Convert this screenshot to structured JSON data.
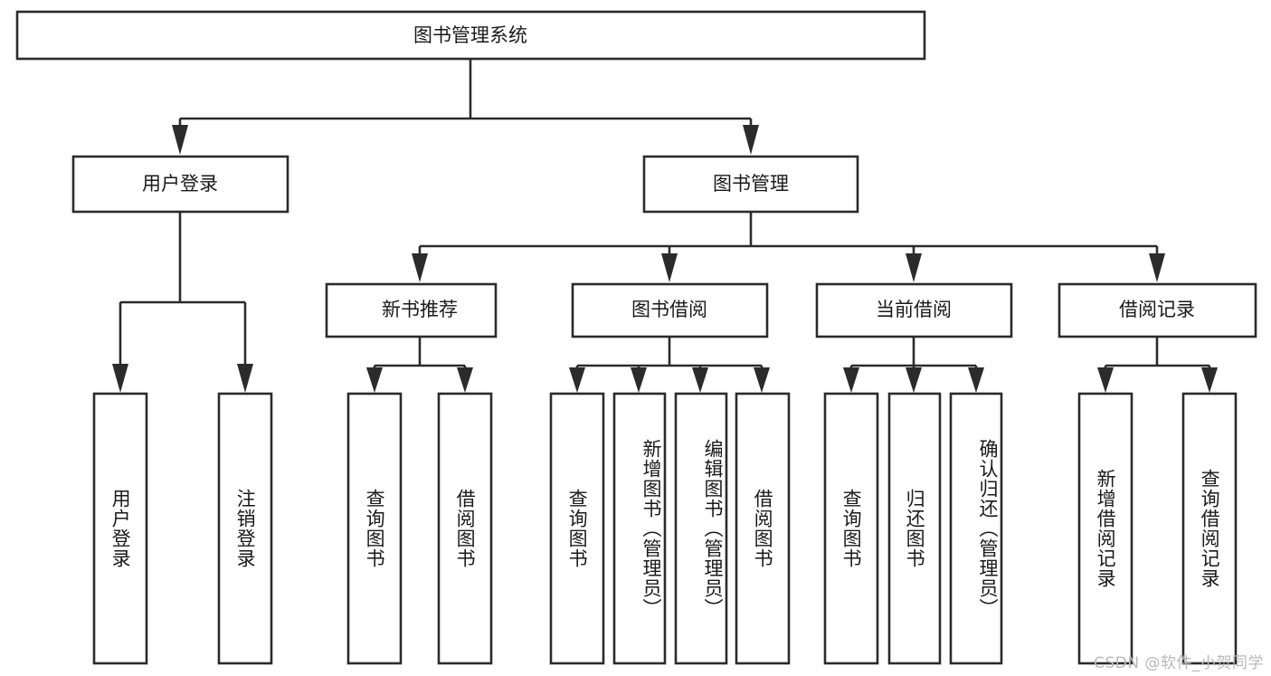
{
  "diagram": {
    "title_node": {
      "label": "图书管理系统"
    },
    "level2": [
      {
        "id": "user-login",
        "label": "用户登录"
      },
      {
        "id": "book-manage",
        "label": "图书管理"
      }
    ],
    "level3": [
      {
        "id": "new-book-rec",
        "label": "新书推荐"
      },
      {
        "id": "book-borrow",
        "label": "图书借阅"
      },
      {
        "id": "current-borrow",
        "label": "当前借阅"
      },
      {
        "id": "borrow-record",
        "label": "借阅记录"
      }
    ],
    "leaves": {
      "user_login": [
        {
          "id": "leaf-user-login",
          "label": "用户登录"
        },
        {
          "id": "leaf-logout-login",
          "label": "注销登录"
        }
      ],
      "new_book_rec": [
        {
          "id": "leaf-query-book-1",
          "label": "查询图书"
        },
        {
          "id": "leaf-borrow-book-1",
          "label": "借阅图书"
        }
      ],
      "book_borrow": [
        {
          "id": "leaf-query-book-2",
          "label": "查询图书"
        },
        {
          "id": "leaf-add-book",
          "label": "新增图书（管理员）"
        },
        {
          "id": "leaf-edit-book",
          "label": "编辑图书（管理员）"
        },
        {
          "id": "leaf-borrow-book-2",
          "label": "借阅图书"
        }
      ],
      "current_borrow": [
        {
          "id": "leaf-query-book-3",
          "label": "查询图书"
        },
        {
          "id": "leaf-return-book",
          "label": "归还图书"
        },
        {
          "id": "leaf-confirm-return",
          "label": "确认归还（管理员）"
        }
      ],
      "borrow_record": [
        {
          "id": "leaf-add-record",
          "label": "新增借阅记录"
        },
        {
          "id": "leaf-query-record",
          "label": "查询借阅记录"
        }
      ]
    }
  },
  "watermark": {
    "text": "CSDN @软件_小贺同学"
  },
  "colors": {
    "background": "#ffffff",
    "stroke": "#2b2b2b",
    "text": "#1a1a1a",
    "watermark": "#b9b9b9"
  }
}
